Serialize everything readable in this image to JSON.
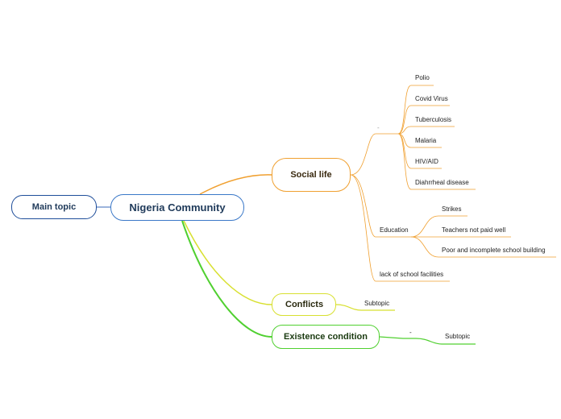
{
  "main_topic": "Main topic",
  "central_topic": "Nigeria Community",
  "branches": {
    "social_life": {
      "label": "Social life",
      "dot_label": "-",
      "diseases": [
        "Polio",
        "Covid Virus",
        "Tuberculosis",
        "Malaria",
        "HIV/AID",
        "Diahrrheal disease"
      ],
      "education": {
        "label": "Education",
        "items": [
          "Strikes",
          "Teachers not paid well",
          "Poor and incomplete school building"
        ]
      },
      "facilities": "lack of school facilities"
    },
    "conflicts": {
      "label": "Conflicts",
      "subtopic": "Subtopic"
    },
    "existence": {
      "label": "Existence condition",
      "dash_label": "-",
      "subtopic": "Subtopic"
    }
  },
  "colors": {
    "main_border": "#1f4e9a",
    "central_border": "#3a78c8",
    "social_branch": "#f0a030",
    "conflicts_branch": "#d8e030",
    "existence_branch": "#50d030"
  }
}
